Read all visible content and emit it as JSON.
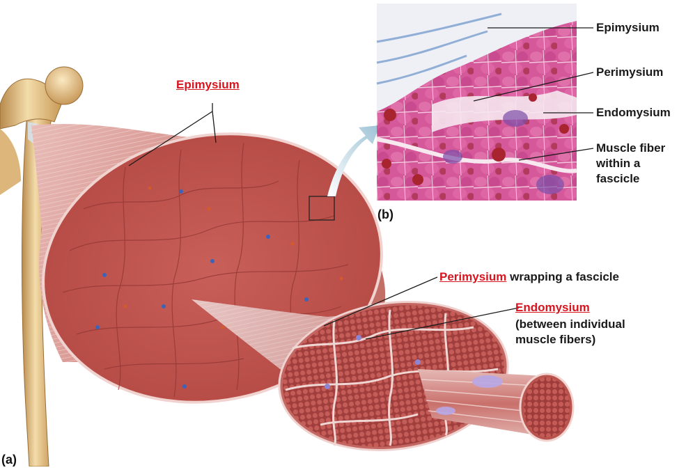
{
  "panels": {
    "a": "(a)",
    "b": "(b)"
  },
  "labels": {
    "epimysium_main": "Epimysium",
    "perimysium": "Perimysium",
    "perimysium_suffix": " wrapping a fascicle",
    "endomysium": "Endomysium",
    "endomysium_note_1": "(between individual",
    "endomysium_note_2": "muscle fibers)",
    "micro_epimysium": "Epimysium",
    "micro_perimysium": "Perimysium",
    "micro_endomysium": "Endomysium",
    "micro_fiber_1": "Muscle fiber",
    "micro_fiber_2": "within a",
    "micro_fiber_3": "fascicle"
  },
  "colors": {
    "label_red": "#d8141e",
    "muscle": "#c85a55",
    "muscle_dark": "#a53c3a",
    "bone": "#e9c98c",
    "tendon": "#c9d6e6",
    "micro_pink": "#d95c9a",
    "micro_purple": "#8a5aa8"
  }
}
